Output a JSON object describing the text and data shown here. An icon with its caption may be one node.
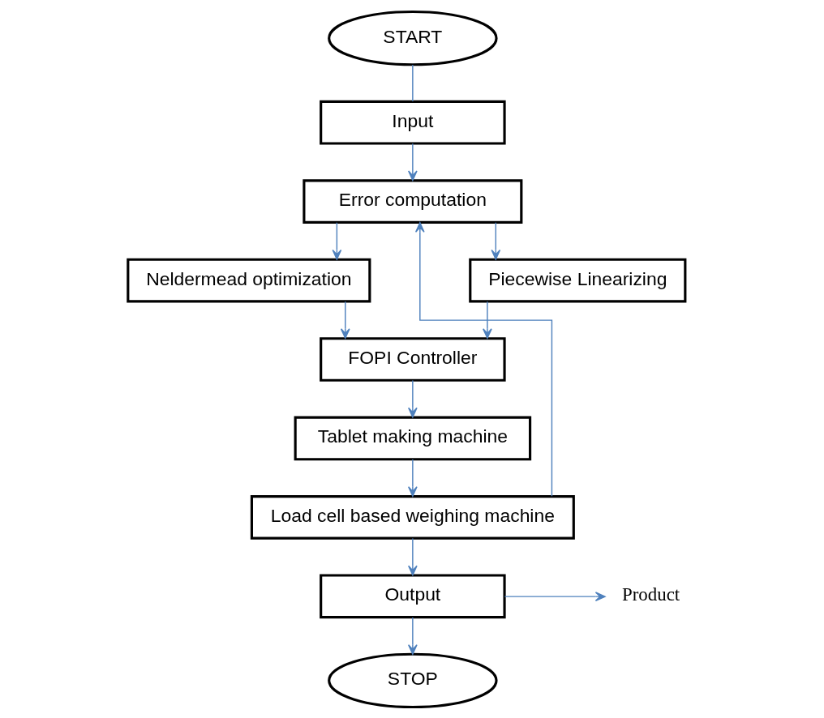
{
  "diagram": {
    "nodes": [
      {
        "text": [
          "START"
        ]
      },
      {
        "text": [
          "Input"
        ]
      },
      {
        "text": [
          "Error computation"
        ]
      },
      {
        "text": [
          "Neldermead optimization"
        ]
      },
      {
        "text": [
          "Piecewise Linearizing"
        ]
      },
      {
        "text": [
          "FOPI Controller"
        ]
      },
      {
        "text": [
          "Tablet making machine"
        ]
      },
      {
        "text": [
          "Load cell based weighing machine"
        ]
      },
      {
        "text": [
          "Output"
        ]
      },
      {
        "text": [
          "Product"
        ]
      },
      {
        "text": [
          "STOP"
        ]
      }
    ],
    "edges": [
      {
        "from": 0,
        "to": 1,
        "arrow": "none"
      },
      {
        "from": 1,
        "to": 2,
        "arrow": "to"
      },
      {
        "from": 2,
        "to": 3,
        "arrow": "to"
      },
      {
        "from": 2,
        "to": 4,
        "arrow": "to"
      },
      {
        "from": 3,
        "to": 5,
        "arrow": "to"
      },
      {
        "from": 4,
        "to": 5,
        "arrow": "to"
      },
      {
        "from": 5,
        "to": 6,
        "arrow": "to"
      },
      {
        "from": 6,
        "to": 7,
        "arrow": "to"
      },
      {
        "from": 7,
        "to": 8,
        "arrow": "to"
      },
      {
        "from": 7,
        "to": 2,
        "arrow": "to"
      },
      {
        "from": 8,
        "to": 9,
        "arrow": "to"
      },
      {
        "from": 8,
        "to": 10,
        "arrow": "to"
      }
    ]
  }
}
